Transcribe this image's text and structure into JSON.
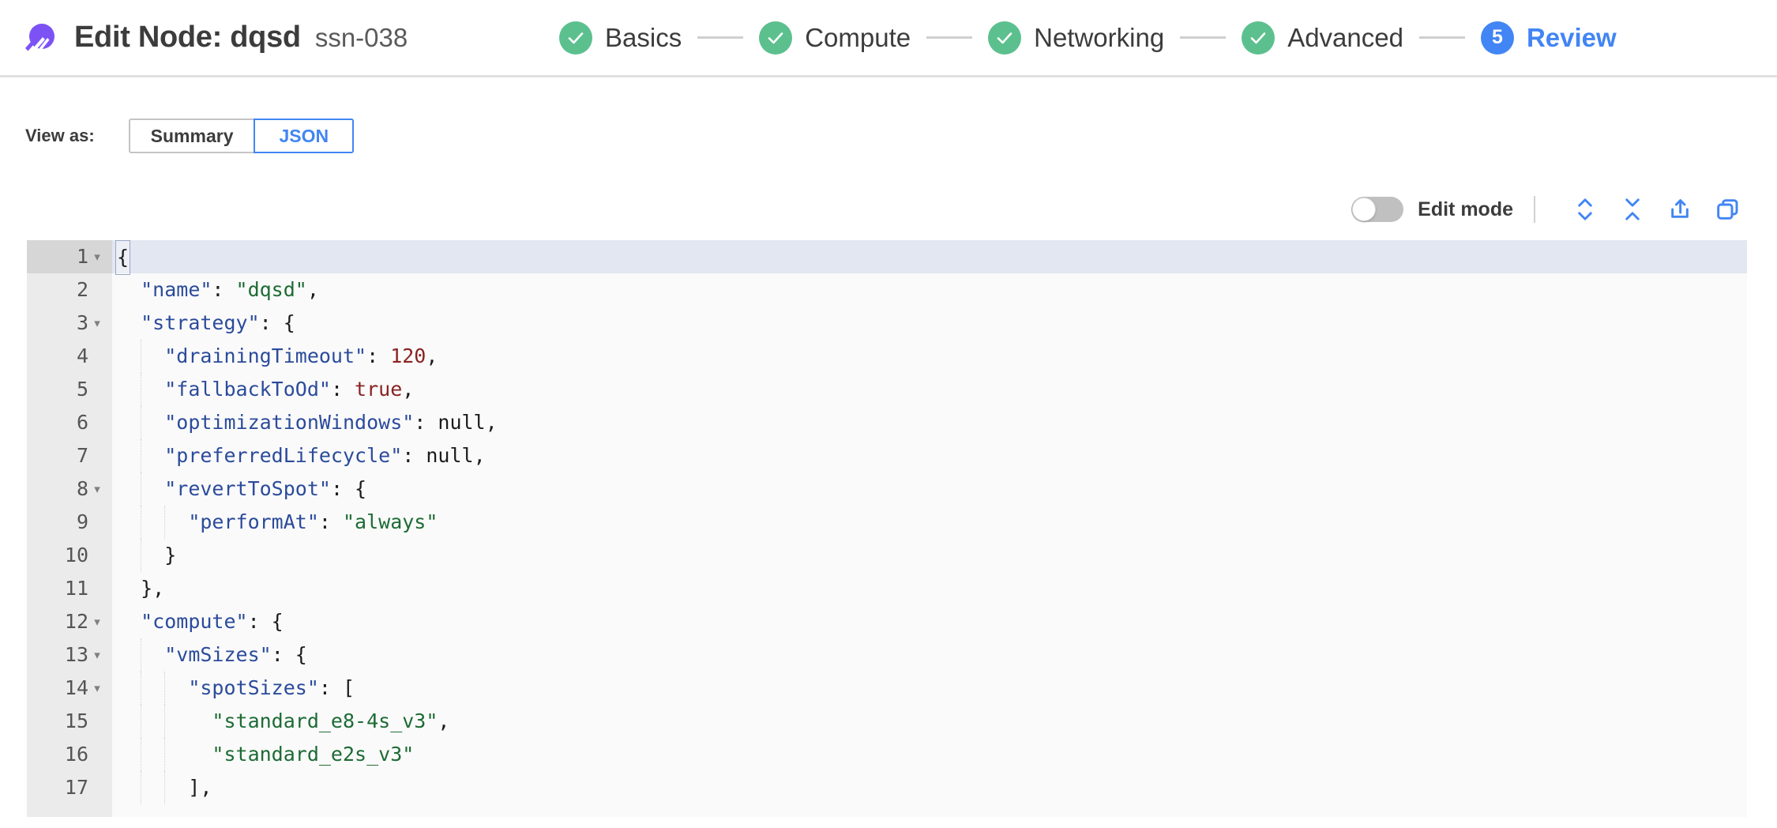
{
  "header": {
    "logo_icon": "spot-logo-icon",
    "title": "Edit Node: dqsd",
    "subtitle": "ssn-038",
    "steps": [
      {
        "label": "Basics",
        "state": "done",
        "badge": "check-icon"
      },
      {
        "label": "Compute",
        "state": "done",
        "badge": "check-icon"
      },
      {
        "label": "Networking",
        "state": "done",
        "badge": "check-icon"
      },
      {
        "label": "Advanced",
        "state": "done",
        "badge": "check-icon"
      },
      {
        "label": "Review",
        "state": "current",
        "badge": "5"
      }
    ]
  },
  "view_as": {
    "label": "View as:",
    "options": [
      {
        "label": "Summary",
        "selected": false
      },
      {
        "label": "JSON",
        "selected": true
      }
    ]
  },
  "editor_toolbar": {
    "edit_mode_label": "Edit mode",
    "edit_mode_on": false,
    "icons": [
      {
        "name": "expand-all-icon",
        "title": "Expand all"
      },
      {
        "name": "collapse-all-icon",
        "title": "Collapse all"
      },
      {
        "name": "export-icon",
        "title": "Export"
      },
      {
        "name": "copy-icon",
        "title": "Copy"
      }
    ]
  },
  "colors": {
    "accent_blue": "#4285f4",
    "step_done_green": "#5cc08e",
    "logo_purple": "#7c52f5",
    "json_key": "#2b4b9b",
    "json_string": "#1d6b34",
    "json_number": "#8a2222",
    "editor_bg": "#fafafa",
    "gutter_bg": "#ebebeb",
    "active_line_bg": "#e2e7f1"
  },
  "code": {
    "language": "json",
    "active_line": 1,
    "lines": [
      {
        "n": 1,
        "fold": true,
        "indent": 0,
        "tokens": [
          {
            "t": "punc",
            "v": "{",
            "cursor": true
          }
        ]
      },
      {
        "n": 2,
        "fold": false,
        "indent": 0,
        "tokens": [
          {
            "t": "punc",
            "v": "  "
          },
          {
            "t": "key",
            "v": "\"name\""
          },
          {
            "t": "punc",
            "v": ": "
          },
          {
            "t": "str",
            "v": "\"dqsd\""
          },
          {
            "t": "punc",
            "v": ","
          }
        ]
      },
      {
        "n": 3,
        "fold": true,
        "indent": 0,
        "tokens": [
          {
            "t": "punc",
            "v": "  "
          },
          {
            "t": "key",
            "v": "\"strategy\""
          },
          {
            "t": "punc",
            "v": ": {"
          }
        ]
      },
      {
        "n": 4,
        "fold": false,
        "indent": 1,
        "tokens": [
          {
            "t": "punc",
            "v": "    "
          },
          {
            "t": "key",
            "v": "\"drainingTimeout\""
          },
          {
            "t": "punc",
            "v": ": "
          },
          {
            "t": "num",
            "v": "120"
          },
          {
            "t": "punc",
            "v": ","
          }
        ]
      },
      {
        "n": 5,
        "fold": false,
        "indent": 1,
        "tokens": [
          {
            "t": "punc",
            "v": "    "
          },
          {
            "t": "key",
            "v": "\"fallbackToOd\""
          },
          {
            "t": "punc",
            "v": ": "
          },
          {
            "t": "bool",
            "v": "true"
          },
          {
            "t": "punc",
            "v": ","
          }
        ]
      },
      {
        "n": 6,
        "fold": false,
        "indent": 1,
        "tokens": [
          {
            "t": "punc",
            "v": "    "
          },
          {
            "t": "key",
            "v": "\"optimizationWindows\""
          },
          {
            "t": "punc",
            "v": ": "
          },
          {
            "t": "null",
            "v": "null"
          },
          {
            "t": "punc",
            "v": ","
          }
        ]
      },
      {
        "n": 7,
        "fold": false,
        "indent": 1,
        "tokens": [
          {
            "t": "punc",
            "v": "    "
          },
          {
            "t": "key",
            "v": "\"preferredLifecycle\""
          },
          {
            "t": "punc",
            "v": ": "
          },
          {
            "t": "null",
            "v": "null"
          },
          {
            "t": "punc",
            "v": ","
          }
        ]
      },
      {
        "n": 8,
        "fold": true,
        "indent": 1,
        "tokens": [
          {
            "t": "punc",
            "v": "    "
          },
          {
            "t": "key",
            "v": "\"revertToSpot\""
          },
          {
            "t": "punc",
            "v": ": {"
          }
        ]
      },
      {
        "n": 9,
        "fold": false,
        "indent": 2,
        "tokens": [
          {
            "t": "punc",
            "v": "      "
          },
          {
            "t": "key",
            "v": "\"performAt\""
          },
          {
            "t": "punc",
            "v": ": "
          },
          {
            "t": "str",
            "v": "\"always\""
          }
        ]
      },
      {
        "n": 10,
        "fold": false,
        "indent": 1,
        "tokens": [
          {
            "t": "punc",
            "v": "    }"
          }
        ]
      },
      {
        "n": 11,
        "fold": false,
        "indent": 0,
        "tokens": [
          {
            "t": "punc",
            "v": "  },"
          }
        ]
      },
      {
        "n": 12,
        "fold": true,
        "indent": 0,
        "tokens": [
          {
            "t": "punc",
            "v": "  "
          },
          {
            "t": "key",
            "v": "\"compute\""
          },
          {
            "t": "punc",
            "v": ": {"
          }
        ]
      },
      {
        "n": 13,
        "fold": true,
        "indent": 1,
        "tokens": [
          {
            "t": "punc",
            "v": "    "
          },
          {
            "t": "key",
            "v": "\"vmSizes\""
          },
          {
            "t": "punc",
            "v": ": {"
          }
        ]
      },
      {
        "n": 14,
        "fold": true,
        "indent": 2,
        "tokens": [
          {
            "t": "punc",
            "v": "      "
          },
          {
            "t": "key",
            "v": "\"spotSizes\""
          },
          {
            "t": "punc",
            "v": ": ["
          }
        ]
      },
      {
        "n": 15,
        "fold": false,
        "indent": 2,
        "tokens": [
          {
            "t": "punc",
            "v": "        "
          },
          {
            "t": "str",
            "v": "\"standard_e8-4s_v3\""
          },
          {
            "t": "punc",
            "v": ","
          }
        ]
      },
      {
        "n": 16,
        "fold": false,
        "indent": 2,
        "tokens": [
          {
            "t": "punc",
            "v": "        "
          },
          {
            "t": "str",
            "v": "\"standard_e2s_v3\""
          }
        ]
      },
      {
        "n": 17,
        "fold": false,
        "indent": 2,
        "tokens": [
          {
            "t": "punc",
            "v": "      ],"
          }
        ]
      }
    ]
  }
}
